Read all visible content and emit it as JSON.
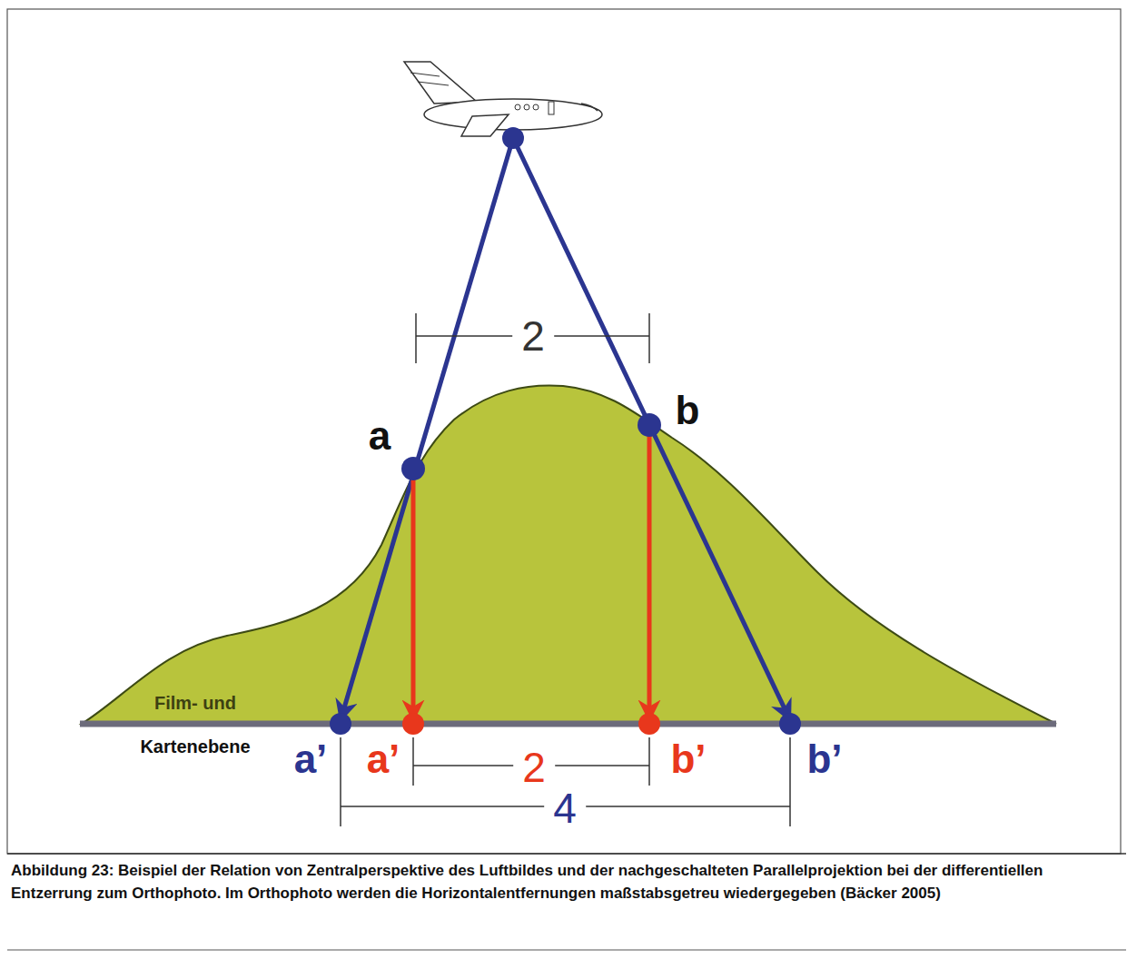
{
  "diagram": {
    "caption": "Abbildung 23: Beispiel der Relation von Zentralperspektive des Luftbildes und der nachgeschalteten Parallelprojektion bei der differentiellen Entzerrung zum Orthophoto. Im Orthophoto werden die Horizontalentfernungen maßstabsgetreu wiedergegeben (Bäcker 2005)",
    "labels": [
      "2",
      "a",
      "b",
      "Film- und",
      "Kartenebene",
      "a’",
      "a’",
      "2",
      "b’",
      "b’",
      "4"
    ]
  }
}
